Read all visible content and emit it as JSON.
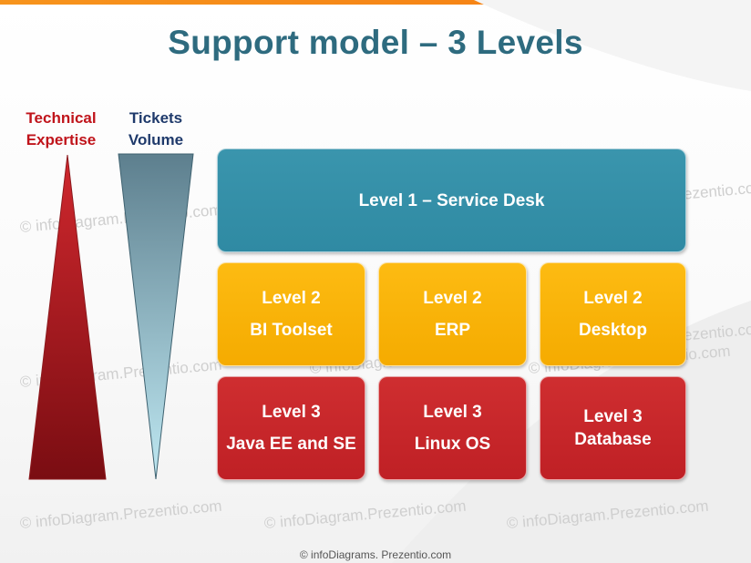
{
  "title": "Support model – 3 Levels",
  "colors": {
    "accent_orange": "#f7941d",
    "title": "#2e6b7f",
    "level1": "#3a95ad",
    "level2": "#fdbb12",
    "level3": "#c82629",
    "technical_label": "#c0141b",
    "tickets_label": "#1f3a6b"
  },
  "side_labels": {
    "technical": [
      "Technical",
      "Expertise"
    ],
    "tickets": [
      "Tickets",
      "Volume"
    ]
  },
  "level1": {
    "text": "Level 1 – Service Desk"
  },
  "level2": [
    {
      "level": "Level 2",
      "name": "BI Toolset"
    },
    {
      "level": "Level 2",
      "name": "ERP"
    },
    {
      "level": "Level 2",
      "name": "Desktop"
    }
  ],
  "level3": [
    {
      "level": "Level 3",
      "name": "Java EE and SE"
    },
    {
      "level": "Level 3",
      "name": "Linux OS"
    },
    {
      "level": "Level 3",
      "name": "Database"
    }
  ],
  "watermark": "© infoDiagram.Prezentio.com",
  "footer": "© infoDiagrams. Prezentio.com"
}
